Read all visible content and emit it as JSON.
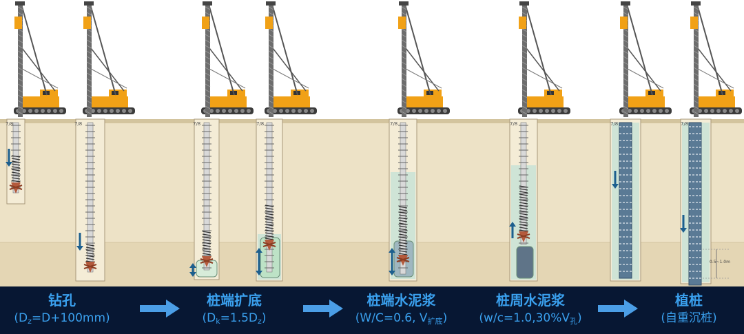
{
  "colors": {
    "sky": "#ffffff",
    "soil": "#ede2c6",
    "soil_top": "#d3c49e",
    "soil_dark_layer": "#e4d6b4",
    "rig": "#f1a116",
    "caption_bg": "#071733",
    "caption_text": "#3aa0ee",
    "arrow": "#4b9ee6",
    "down_arrow": "#1d5f8e",
    "grout": "#cfe4d6",
    "pile": "#5a7a95"
  },
  "steps": [
    {
      "title": "钻孔",
      "sub_base": "(D",
      "sub_index": "z",
      "sub_rest": "=D+100mm)"
    },
    {
      "title": "桩端扩底",
      "sub_base": "(D",
      "sub_index": "k",
      "sub_mid": "=1.5D",
      "sub_index2": "z",
      "sub_rest": ")"
    },
    {
      "title": "桩端水泥浆",
      "sub_base": "(W/C=0.6, V",
      "sub_index": "扩底",
      "sub_rest": ")"
    },
    {
      "title": "桩周水泥浆",
      "sub_base": "(w/c=1.0,30%V",
      "sub_index": "孔",
      "sub_rest": ")"
    },
    {
      "title": "植桩",
      "sub_base": "(自重沉桩)",
      "sub_index": "",
      "sub_rest": ""
    }
  ],
  "ground_label": "7/8",
  "dimension_label": "0.5~1.0m"
}
